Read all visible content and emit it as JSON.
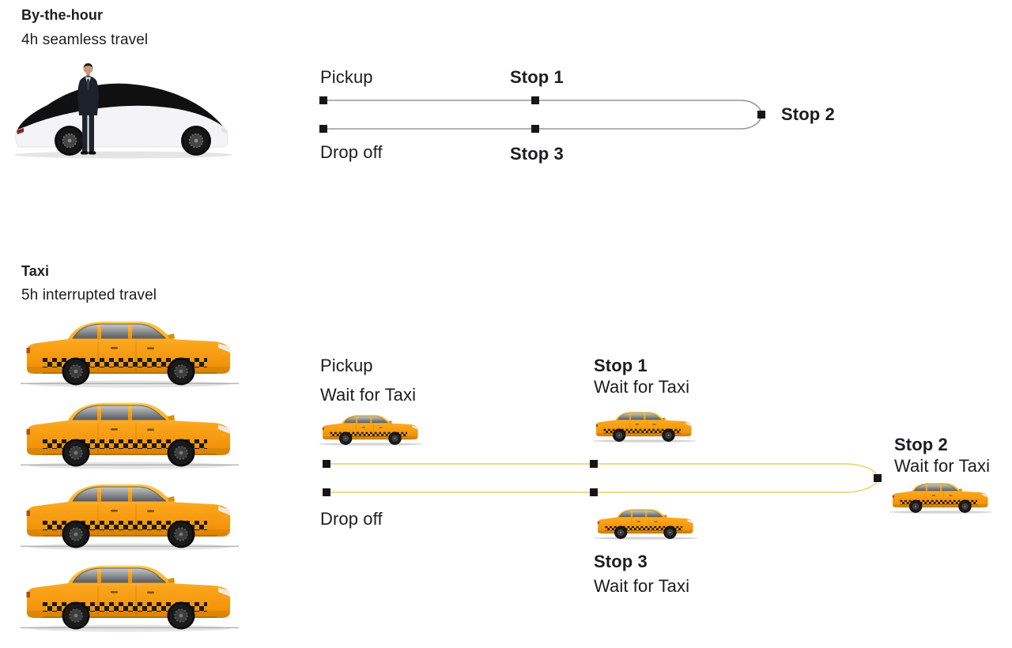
{
  "colors": {
    "text": "#1d1d1f",
    "bth-line": "#979797",
    "taxi-line": "#e8d87c",
    "marker": "#161616",
    "taxi-yellow": "#f9a11b"
  },
  "by_the_hour": {
    "title": "By-the-hour",
    "subtitle": "4h seamless travel",
    "image": "chauffeur-standing-by-luxury-sedan",
    "route": {
      "pickup": "Pickup",
      "stop1": "Stop 1",
      "stop2": "Stop 2",
      "stop3": "Stop 3",
      "dropoff": "Drop off"
    }
  },
  "taxi": {
    "title": "Taxi",
    "subtitle": "5h interrupted travel",
    "image": "yellow-taxi-side-view",
    "taxi_count": 4,
    "wait": "Wait for Taxi",
    "route": {
      "pickup": "Pickup",
      "stop1": "Stop 1",
      "stop2": "Stop 2",
      "stop3": "Stop 3",
      "dropoff": "Drop off"
    }
  }
}
